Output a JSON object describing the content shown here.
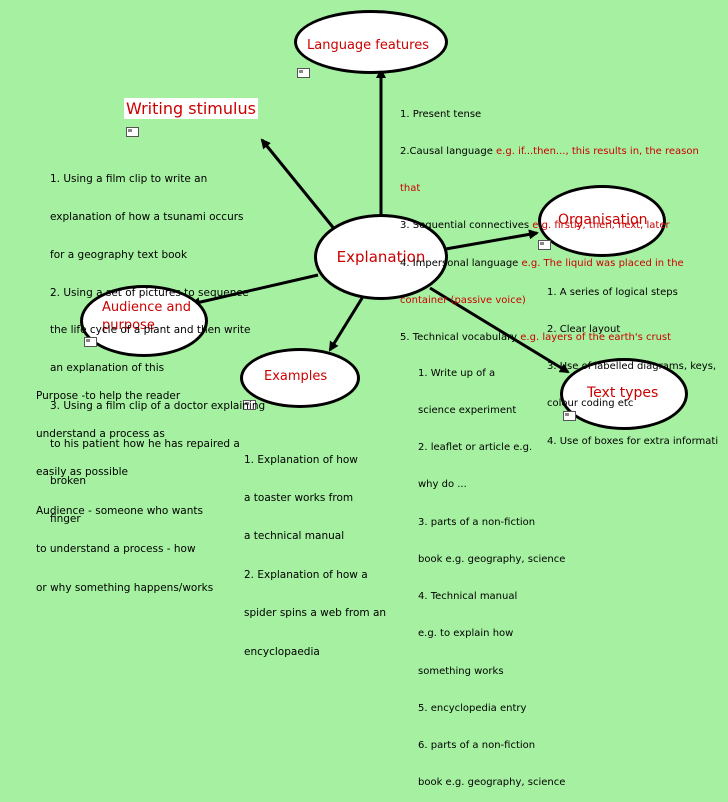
{
  "colors": {
    "background": "#a6f0a1",
    "accent": "#cc0000",
    "node_fill": "#ffffff",
    "line": "#000000"
  },
  "center": {
    "label": "Explanation"
  },
  "nodes": {
    "language_features": "Language features",
    "writing_stimulus": "Writing stimulus",
    "organisation": "Organisation",
    "audience_purpose_line1": "Audience and",
    "audience_purpose_line2": "purpose",
    "examples": "Examples",
    "text_types": "Text types"
  },
  "language_notes": [
    {
      "text": "1. Present tense",
      "example": ""
    },
    {
      "text": "2.Causal language ",
      "example": "e.g. if...then..., this results in, the reason"
    },
    {
      "text": "",
      "example": "that"
    },
    {
      "text": "3. Sequential connectives ",
      "example": "e.g. firstly, then, next, later"
    },
    {
      "text": "4. Impersonal language ",
      "example": "e.g. The liquid was placed in the"
    },
    {
      "text": "",
      "example": "container (passive voice)"
    },
    {
      "text": "5. Technical vocabulary ",
      "example": "e.g. layers of the earth's crust"
    }
  ],
  "writing_notes": [
    "1. Using a film clip to write an",
    "explanation of how a tsunami occurs",
    "for a geography text book",
    "2. Using a set of pictures to sequence",
    "the life cycle of a plant and then write",
    "an explanation of this",
    "3. Using a film clip of a doctor explaining",
    "to his patient how he has repaired a",
    "broken",
    "finger"
  ],
  "organisation_notes": [
    "1. A series of logical steps",
    "2. Clear layout",
    "3. Use of labelled diagrams, keys,",
    "colour coding etc",
    "4. Use of boxes for extra informati"
  ],
  "audience_notes": [
    "Purpose -to help the reader",
    "understand a process as",
    "easily as possible",
    "Audience - someone who wants",
    "to understand a process - how",
    "or why something happens/works"
  ],
  "examples_notes": [
    "1. Explanation of how",
    "a toaster works from",
    "a technical manual",
    "2. Explanation of how a",
    "spider spins a web from an",
    "encyclopaedia"
  ],
  "texttype_notes": [
    "1. Write up of a",
    "science experiment",
    "2. leaflet or article e.g.",
    "why do ...",
    "3. parts of a non-fiction",
    "book e.g. geography, science",
    "4. Technical manual",
    "e.g. to explain how",
    "something works",
    "5. encyclopedia entry",
    "6. parts of a non-fiction",
    "book e.g. geography, science"
  ],
  "icons": [
    "note-icon"
  ]
}
